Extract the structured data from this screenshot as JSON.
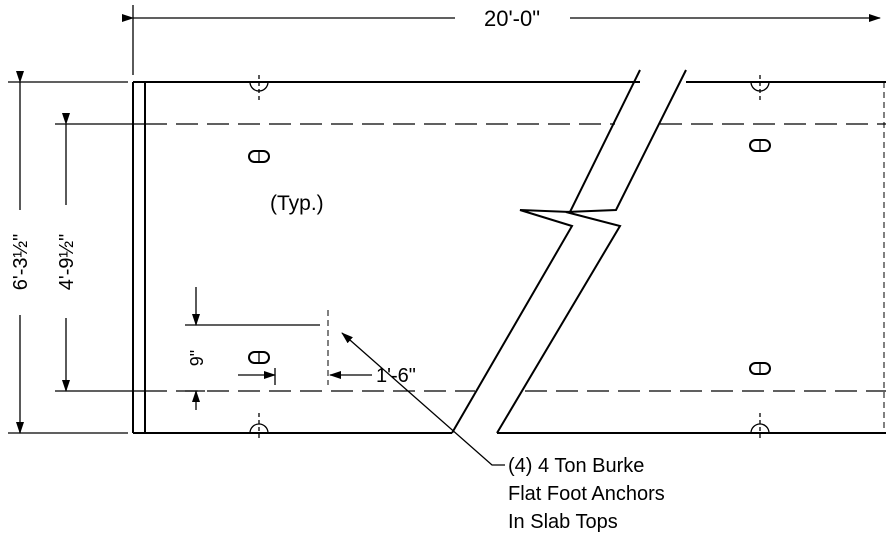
{
  "dimensions": {
    "overall_length": "20'-0\"",
    "overall_height": "6'-3½\"",
    "inner_height": "4'-9½\"",
    "anchor_vertical_offset": "9\"",
    "anchor_horizontal_offset": "1'-6\""
  },
  "notes": {
    "typical": "(Typ.)",
    "anchor_callout": [
      "(4) 4 Ton Burke",
      "Flat Foot Anchors",
      "In Slab Tops"
    ]
  },
  "colors": {
    "line": "#000000",
    "background": "#ffffff"
  }
}
